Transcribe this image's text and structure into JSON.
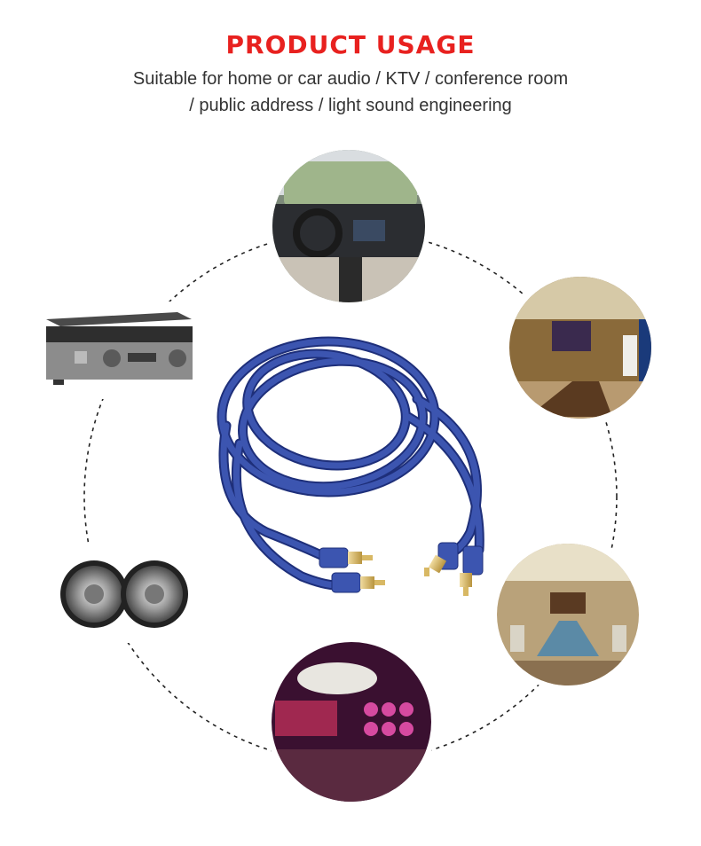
{
  "heading": {
    "title": "PRODUCT USAGE",
    "subtitle_line1": "Suitable for home or car audio / KTV / conference room",
    "subtitle_line2": "/ public address / light sound engineering"
  },
  "colors": {
    "title": "#e8211f",
    "cable": "#3c55b0",
    "connector_gold": "#d8b864"
  },
  "scenes": [
    "car-interior",
    "living-room",
    "conference-room",
    "ktv-room",
    "speakers",
    "av-receiver"
  ]
}
